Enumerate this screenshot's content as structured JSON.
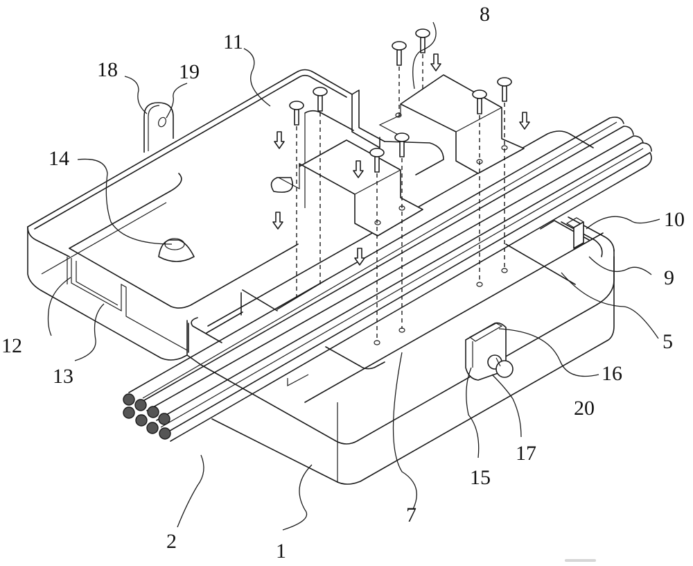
{
  "figure": {
    "type": "patent line drawing",
    "subject": "junction box with lid, cable bundle, mounting brackets and screws (exploded isometric view)",
    "labels": [
      {
        "id": "l1",
        "text": "1"
      },
      {
        "id": "l2",
        "text": "2"
      },
      {
        "id": "l5",
        "text": "5"
      },
      {
        "id": "l7",
        "text": "7"
      },
      {
        "id": "l8",
        "text": "8"
      },
      {
        "id": "l9",
        "text": "9"
      },
      {
        "id": "l10",
        "text": "10"
      },
      {
        "id": "l11",
        "text": "11"
      },
      {
        "id": "l12",
        "text": "12"
      },
      {
        "id": "l13",
        "text": "13"
      },
      {
        "id": "l14",
        "text": "14"
      },
      {
        "id": "l15",
        "text": "15"
      },
      {
        "id": "l16",
        "text": "16"
      },
      {
        "id": "l17",
        "text": "17"
      },
      {
        "id": "l18",
        "text": "18"
      },
      {
        "id": "l19",
        "text": "19"
      },
      {
        "id": "l20",
        "text": "20"
      }
    ],
    "cable_count": 8,
    "screw_count": 8
  }
}
